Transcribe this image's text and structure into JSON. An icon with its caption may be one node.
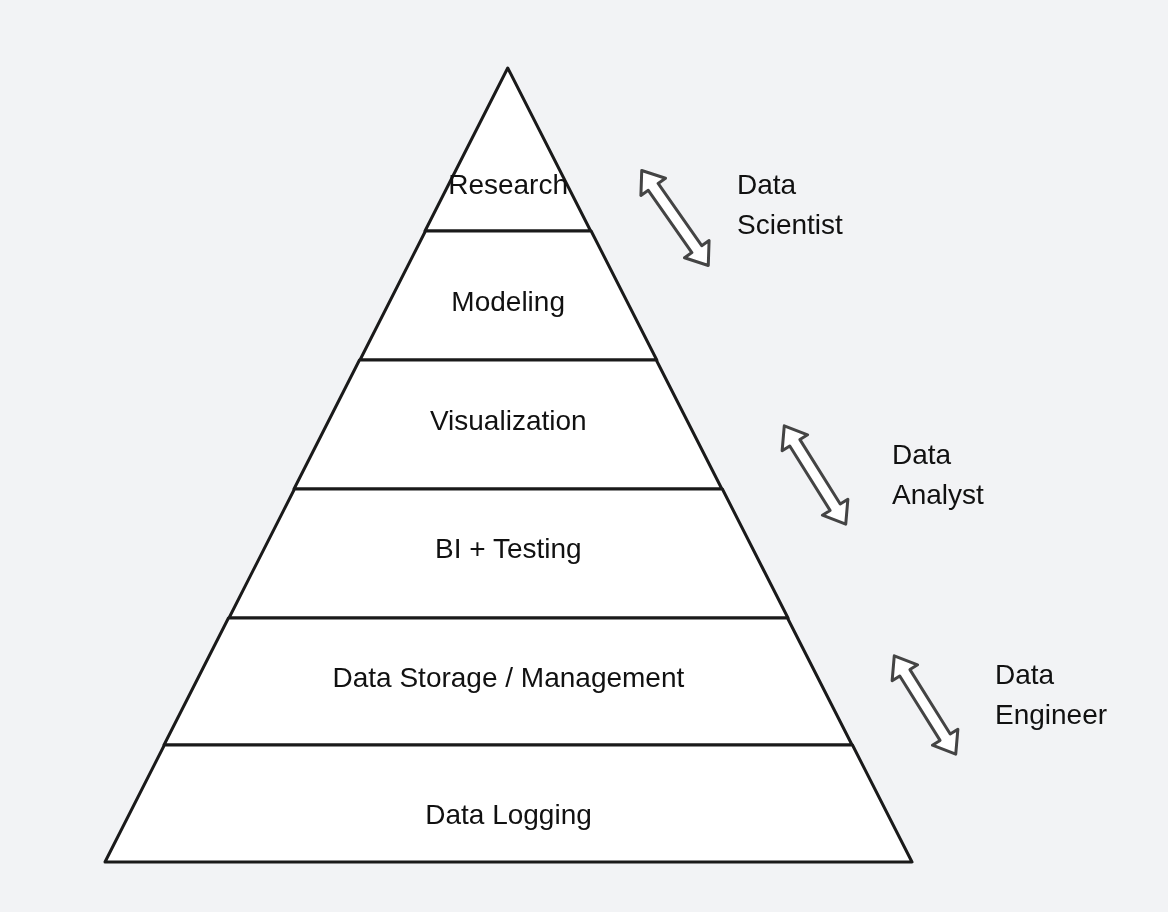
{
  "diagram": {
    "nodes": [
      {
        "text": [
          "Research"
        ]
      },
      {
        "text": [
          "Modeling"
        ]
      },
      {
        "text": [
          "Visualization"
        ]
      },
      {
        "text": [
          "BI + Testing"
        ]
      },
      {
        "text": [
          "Data Storage / Management"
        ]
      },
      {
        "text": [
          "Data Logging"
        ]
      }
    ],
    "labels": [
      "Data Scientist",
      "Data Analyst",
      "Data Engineer"
    ]
  }
}
